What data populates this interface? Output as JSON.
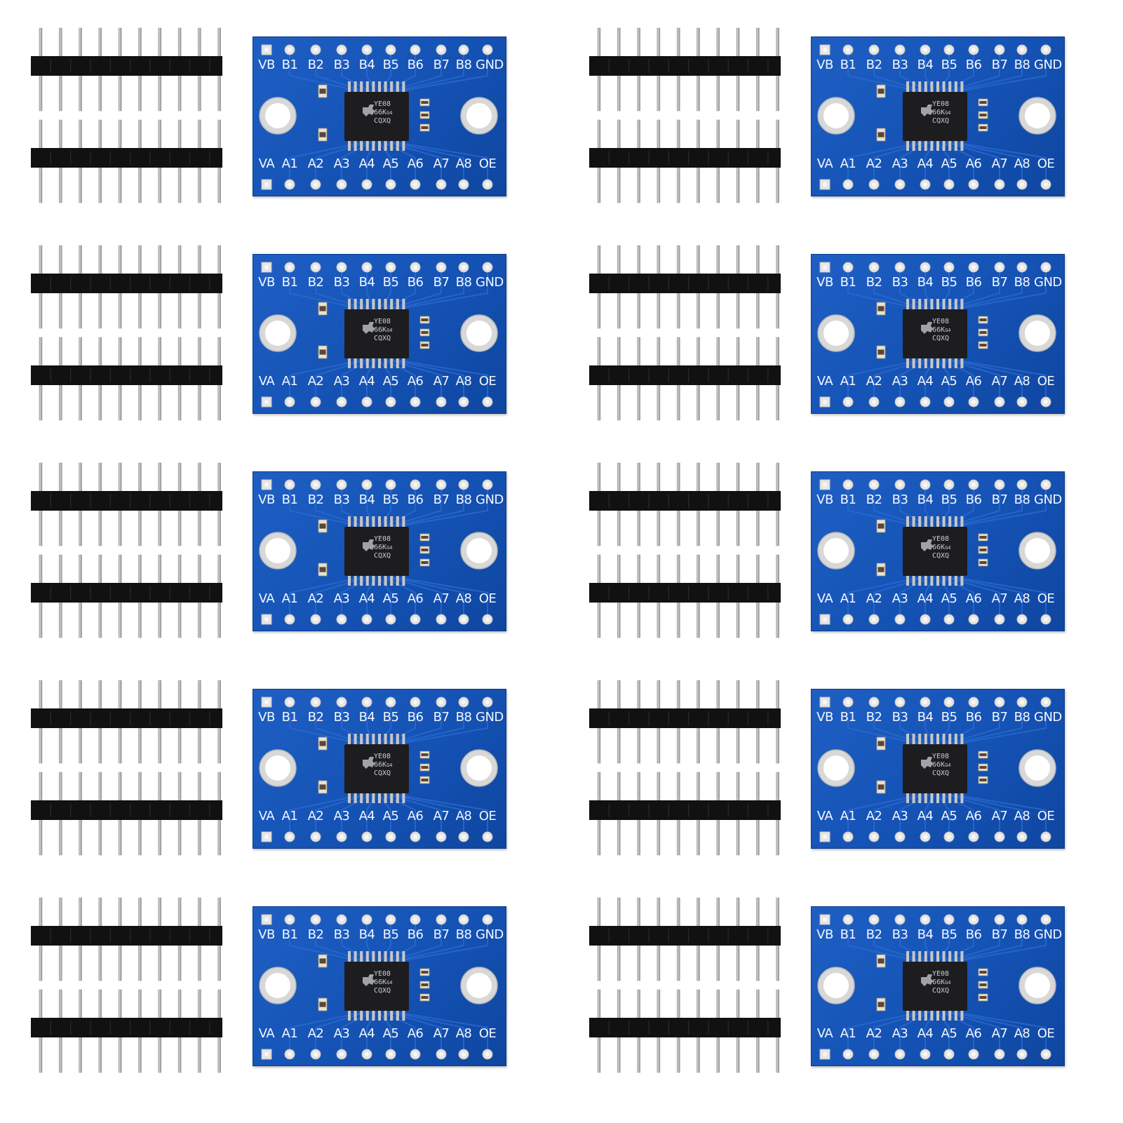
{
  "scene": {
    "background": "#ffffff",
    "pcb_color": "#1452b4",
    "header_color": "#111111",
    "pin_color": "#a8a8a8",
    "pad_color": "#e6e6e6"
  },
  "board": {
    "top_labels": [
      "VB",
      "B1",
      "B2",
      "B3",
      "B4",
      "B5",
      "B6",
      "B7",
      "B8",
      "GND"
    ],
    "bottom_labels": [
      "VA",
      "A1",
      "A2",
      "A3",
      "A4",
      "A5",
      "A6",
      "A7",
      "A8",
      "OE"
    ],
    "chip_lines": [
      "YE08",
      "66K",
      "CQXQ"
    ],
    "chip_sub": "G4",
    "logo_icon": "ti-logo-icon"
  },
  "kit": {
    "board_count": 10,
    "headers_per_board": 2,
    "pins_per_header": 10
  }
}
